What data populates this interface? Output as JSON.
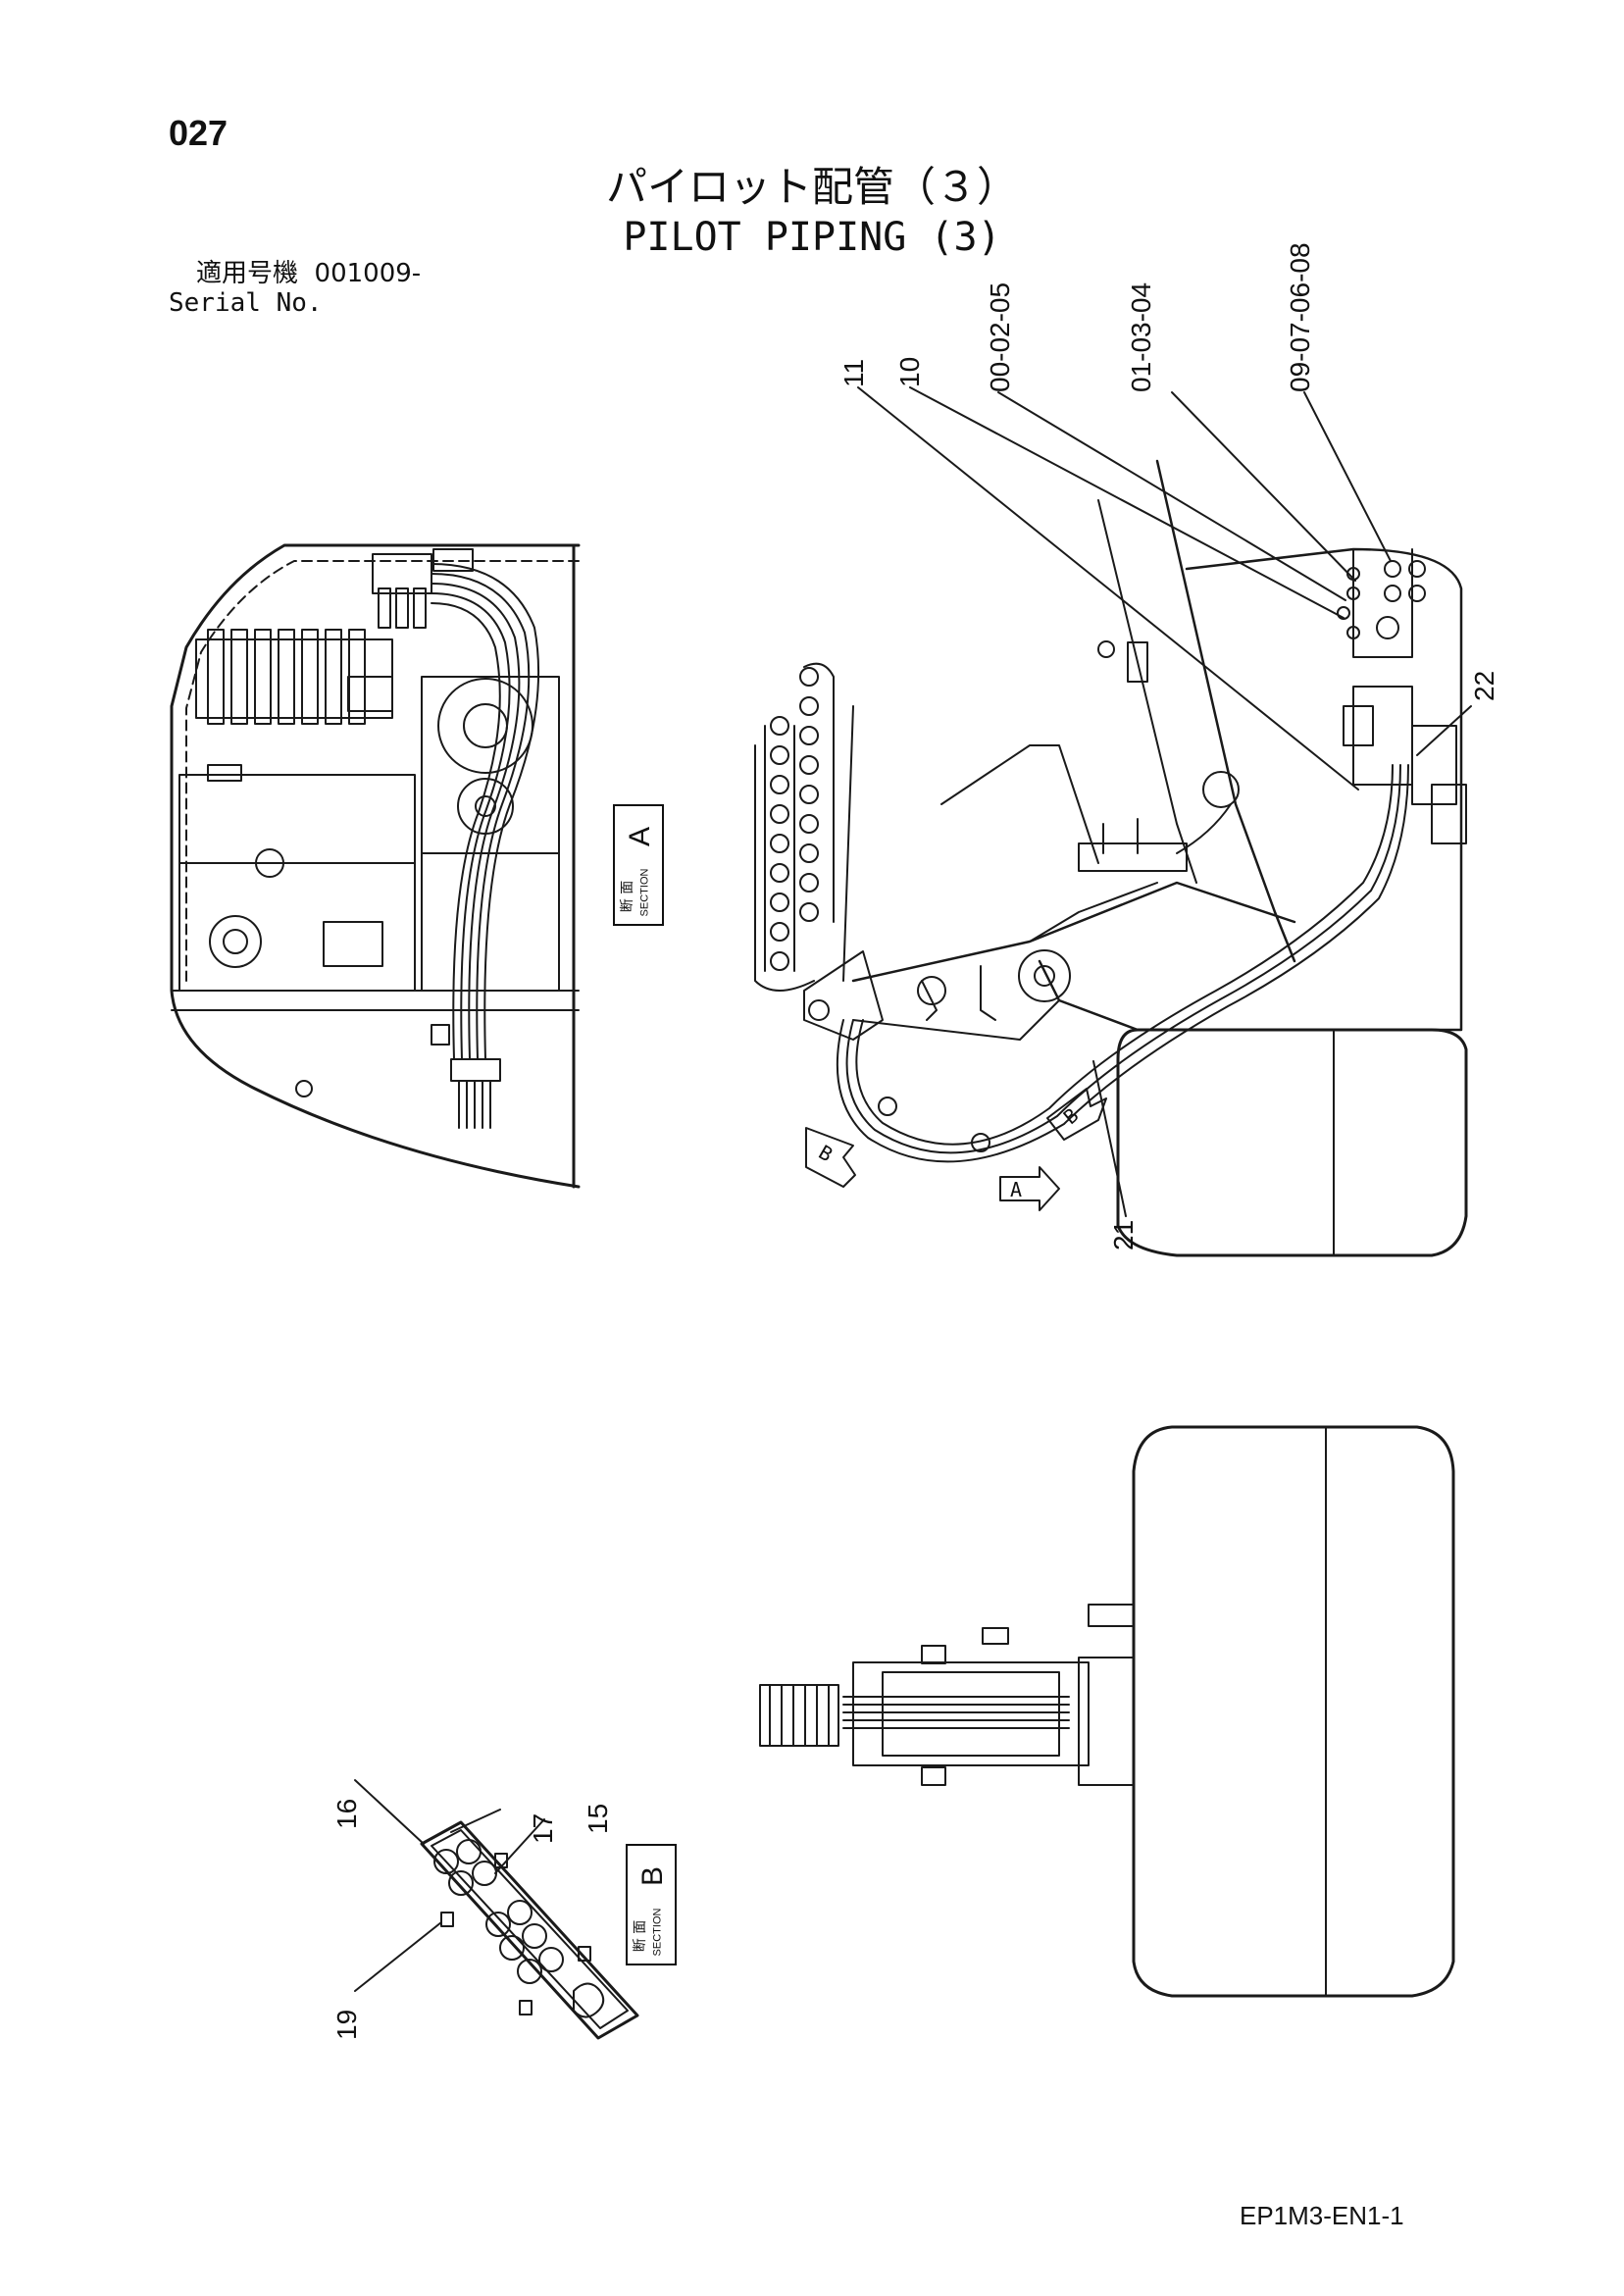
{
  "page": {
    "number": "027",
    "title_jp": "パイロット配管（３）",
    "title_en": "PILOT PIPING (3)",
    "serial_label_jp": "適用号機",
    "serial_value": "001009-",
    "serial_label_en": "Serial No.",
    "doc_code": "EP1M3-EN1-1"
  },
  "part_labels": {
    "l11": "11",
    "l10": "10",
    "l00": "00-02-05",
    "l01": "01-03-04",
    "l09": "09-07-06-08",
    "l22": "22",
    "l21": "21",
    "l16": "16",
    "l17": "17",
    "l15": "15",
    "l19": "19"
  },
  "sections": {
    "a": {
      "kanji": "断 面",
      "word": "SECTION",
      "letter": "A"
    },
    "b": {
      "kanji": "断 面",
      "word": "SECTION",
      "letter": "B"
    }
  },
  "arrows": {
    "a": "A",
    "b1": "B",
    "b2": "B"
  }
}
